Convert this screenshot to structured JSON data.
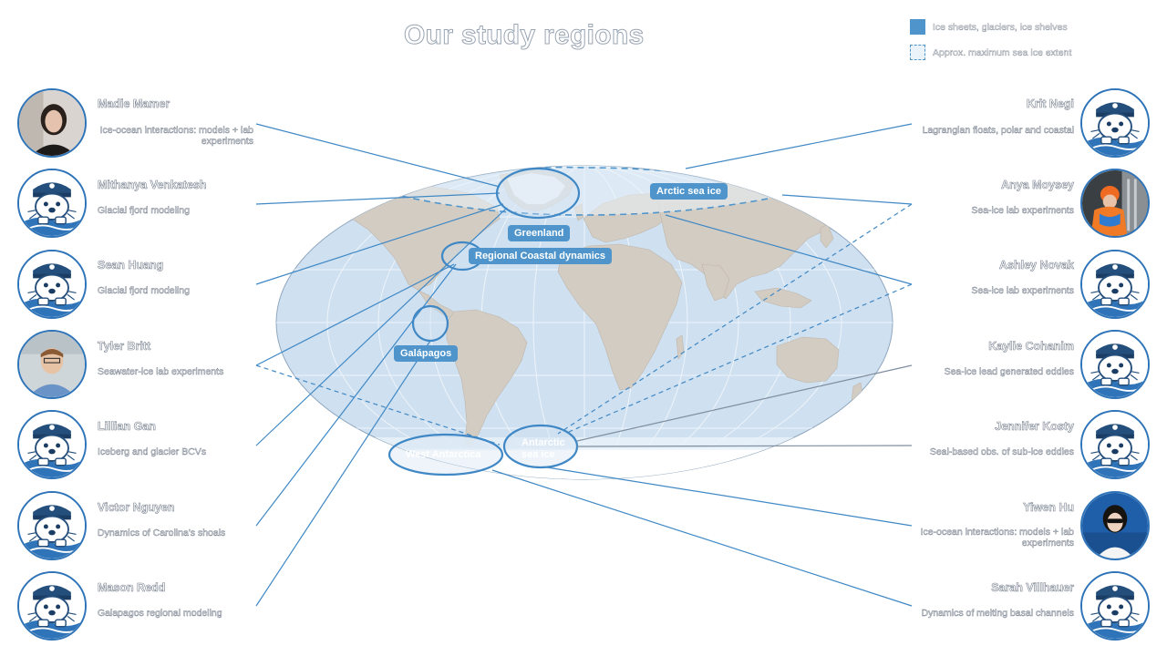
{
  "title": "Our study regions",
  "legend": {
    "ice": "Ice sheets, glaciers, ice shelves",
    "seaice": "Approx. maximum sea ice extent"
  },
  "colors": {
    "accent": "#2f74b8",
    "ocean": "#cfe0f0",
    "land": "#d3ccc3",
    "ice": "#ffffff",
    "pill": "#4f95cc"
  },
  "regions": {
    "arctic": "Arctic sea ice",
    "greenland": "Greenland",
    "coastal": "Regional Coastal dynamics",
    "galapagos": "Galápagos",
    "west_antarctica": "West Antarctica",
    "antarctic_line1": "Antarctic",
    "antarctic_line2": "sea ice"
  },
  "people_left": [
    {
      "name": "Madie Mamer",
      "topic": "Ice-ocean interactions: models + lab experiments",
      "avatar": "photo-woman"
    },
    {
      "name": "Mithanya Venkatesh",
      "topic": "Glacial fjord modeling",
      "avatar": "seal-mascot"
    },
    {
      "name": "Sean Huang",
      "topic": "Glacial fjord modeling",
      "avatar": "seal-mascot"
    },
    {
      "name": "Tyler Britt",
      "topic": "Seawater-ice lab experiments",
      "avatar": "photo-man"
    },
    {
      "name": "Lillian Gan",
      "topic": "Iceberg and glacier BCVs",
      "avatar": "seal-mascot"
    },
    {
      "name": "Victor Nguyen",
      "topic": "Dynamics of Carolina's shoals",
      "avatar": "seal-mascot"
    },
    {
      "name": "Mason Redd",
      "topic": "Galapagos regional modeling",
      "avatar": "seal-mascot"
    }
  ],
  "people_right": [
    {
      "name": "Krit Negi",
      "topic": "Lagrangian floats, polar and coastal",
      "avatar": "seal-mascot"
    },
    {
      "name": "Anya Moysey",
      "topic": "Sea-ice lab experiments",
      "avatar": "photo-field"
    },
    {
      "name": "Ashley Novak",
      "topic": "Sea-ice lab experiments",
      "avatar": "seal-mascot"
    },
    {
      "name": "Kaylie Cohanim",
      "topic": "Sea-ice lead generated eddies",
      "avatar": "seal-mascot"
    },
    {
      "name": "Jennifer Kosty",
      "topic": "Seal-based obs. of sub-ice eddies",
      "avatar": "seal-mascot"
    },
    {
      "name": "Yiwen Hu",
      "topic": "Ice-ocean interactions: models + lab experiments",
      "avatar": "photo-woman2"
    },
    {
      "name": "Sarah Villhauer",
      "topic": "Dynamics of melting basal channels",
      "avatar": "seal-mascot"
    }
  ]
}
